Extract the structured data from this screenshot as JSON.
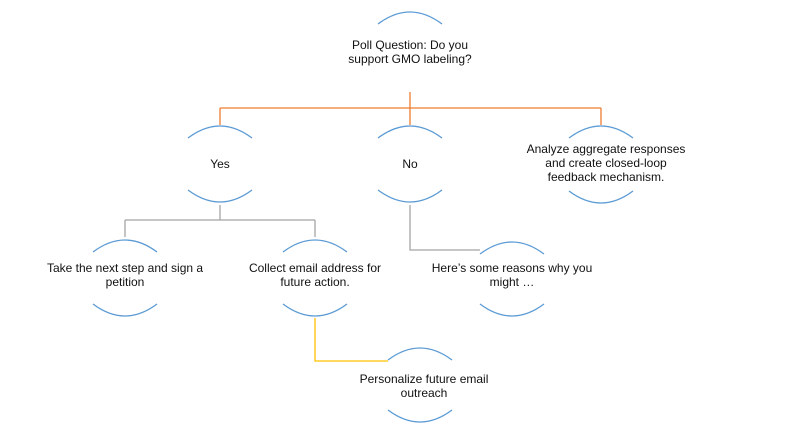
{
  "colors": {
    "arc": "#5b9bd5",
    "connector_root": "#ed7d31",
    "connector_yes": "#a5a5a5",
    "connector_no": "#a5a5a5",
    "connector_collect": "#ffc000"
  },
  "nodes": {
    "root": "Poll Question: Do you\nsupport GMO labeling?",
    "yes": "Yes",
    "no": "No",
    "analyze": "Analyze aggregate responses\nand create closed-loop\nfeedback mechanism.",
    "petition": "Take the next step and sign a\npetition",
    "collect_email": "Collect email address for\nfuture action.",
    "reasons": "Here’s some reasons why you\nmight …",
    "personalize": "Personalize future email\noutreach"
  }
}
